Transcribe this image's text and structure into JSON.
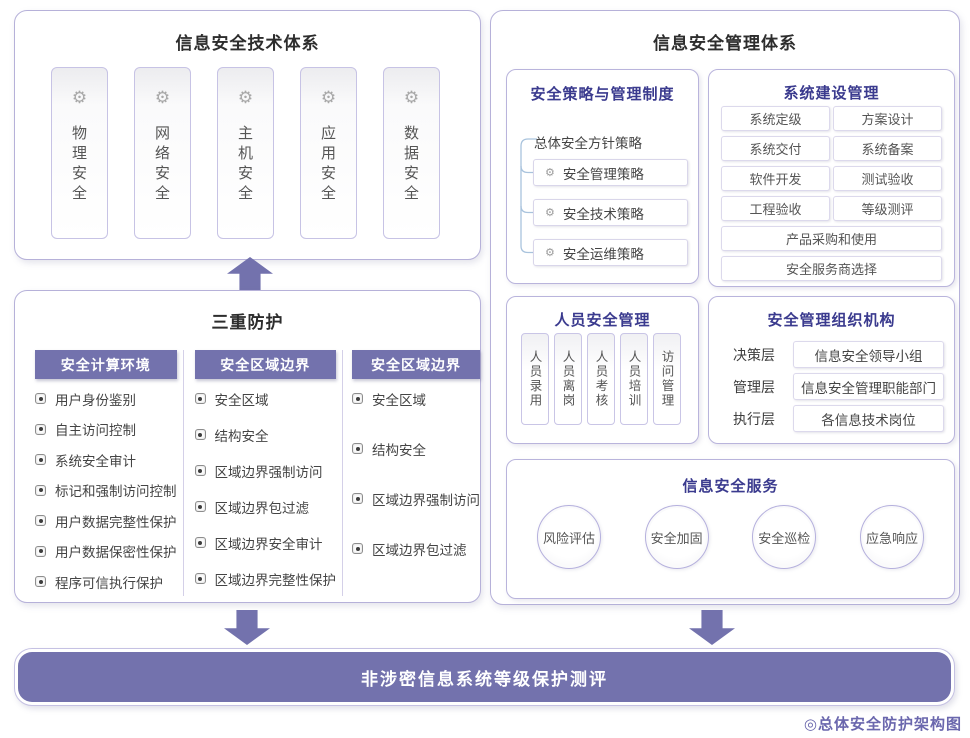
{
  "tech_system": {
    "title": "信息安全技术体系",
    "cards": [
      "物理安全",
      "网络安全",
      "主机安全",
      "应用安全",
      "数据安全"
    ]
  },
  "triple_protection": {
    "title": "三重防护",
    "columns": [
      {
        "header": "安全计算环境",
        "items": [
          "用户身份鉴别",
          "自主访问控制",
          "系统安全审计",
          "标记和强制访问控制",
          "用户数据完整性保护",
          "用户数据保密性保护",
          "程序可信执行保护"
        ]
      },
      {
        "header": "安全区域边界",
        "items": [
          "安全区域",
          "结构安全",
          "区域边界强制访问",
          "区域边界包过滤",
          "区域边界安全审计",
          "区域边界完整性保护"
        ]
      },
      {
        "header": "安全区域边界",
        "items": [
          "安全区域",
          "结构安全",
          "区域边界强制访问",
          "区域边界包过滤"
        ]
      }
    ]
  },
  "mgmt_system": {
    "title": "信息安全管理体系",
    "policy": {
      "title": "安全策略与管理制度",
      "root": "总体安全方针策略",
      "items": [
        "安全管理策略",
        "安全技术策略",
        "安全运维策略"
      ]
    },
    "build": {
      "title": "系统建设管理",
      "grid": [
        "系统定级",
        "方案设计",
        "系统交付",
        "系统备案",
        "软件开发",
        "测试验收",
        "工程验收",
        "等级测评"
      ],
      "full_rows": [
        "产品采购和使用",
        "安全服务商选择"
      ]
    },
    "personnel": {
      "title": "人员安全管理",
      "items": [
        "人员录用",
        "人员离岗",
        "人员考核",
        "人员培训",
        "访问管理"
      ]
    },
    "org": {
      "title": "安全管理组织机构",
      "rows": [
        {
          "label": "决策层",
          "value": "信息安全领导小组"
        },
        {
          "label": "管理层",
          "value": "信息安全管理职能部门"
        },
        {
          "label": "执行层",
          "value": "各信息技术岗位"
        }
      ]
    },
    "services": {
      "title": "信息安全服务",
      "items": [
        "风险评估",
        "安全加固",
        "安全巡检",
        "应急响应"
      ]
    }
  },
  "banner": {
    "label": "非涉密信息系统等级保护测评"
  },
  "caption": "◎总体安全防护架构图",
  "icons": {
    "gear": "⚙",
    "bullet": "radio-bullet"
  },
  "colors": {
    "accent_purple": "#7372ad",
    "panel_border": "#b6b1d9",
    "subtitle_indigo": "#3a3a8e",
    "connector_blue": "#a9c3dd",
    "caption_purple": "#6a67ad"
  }
}
